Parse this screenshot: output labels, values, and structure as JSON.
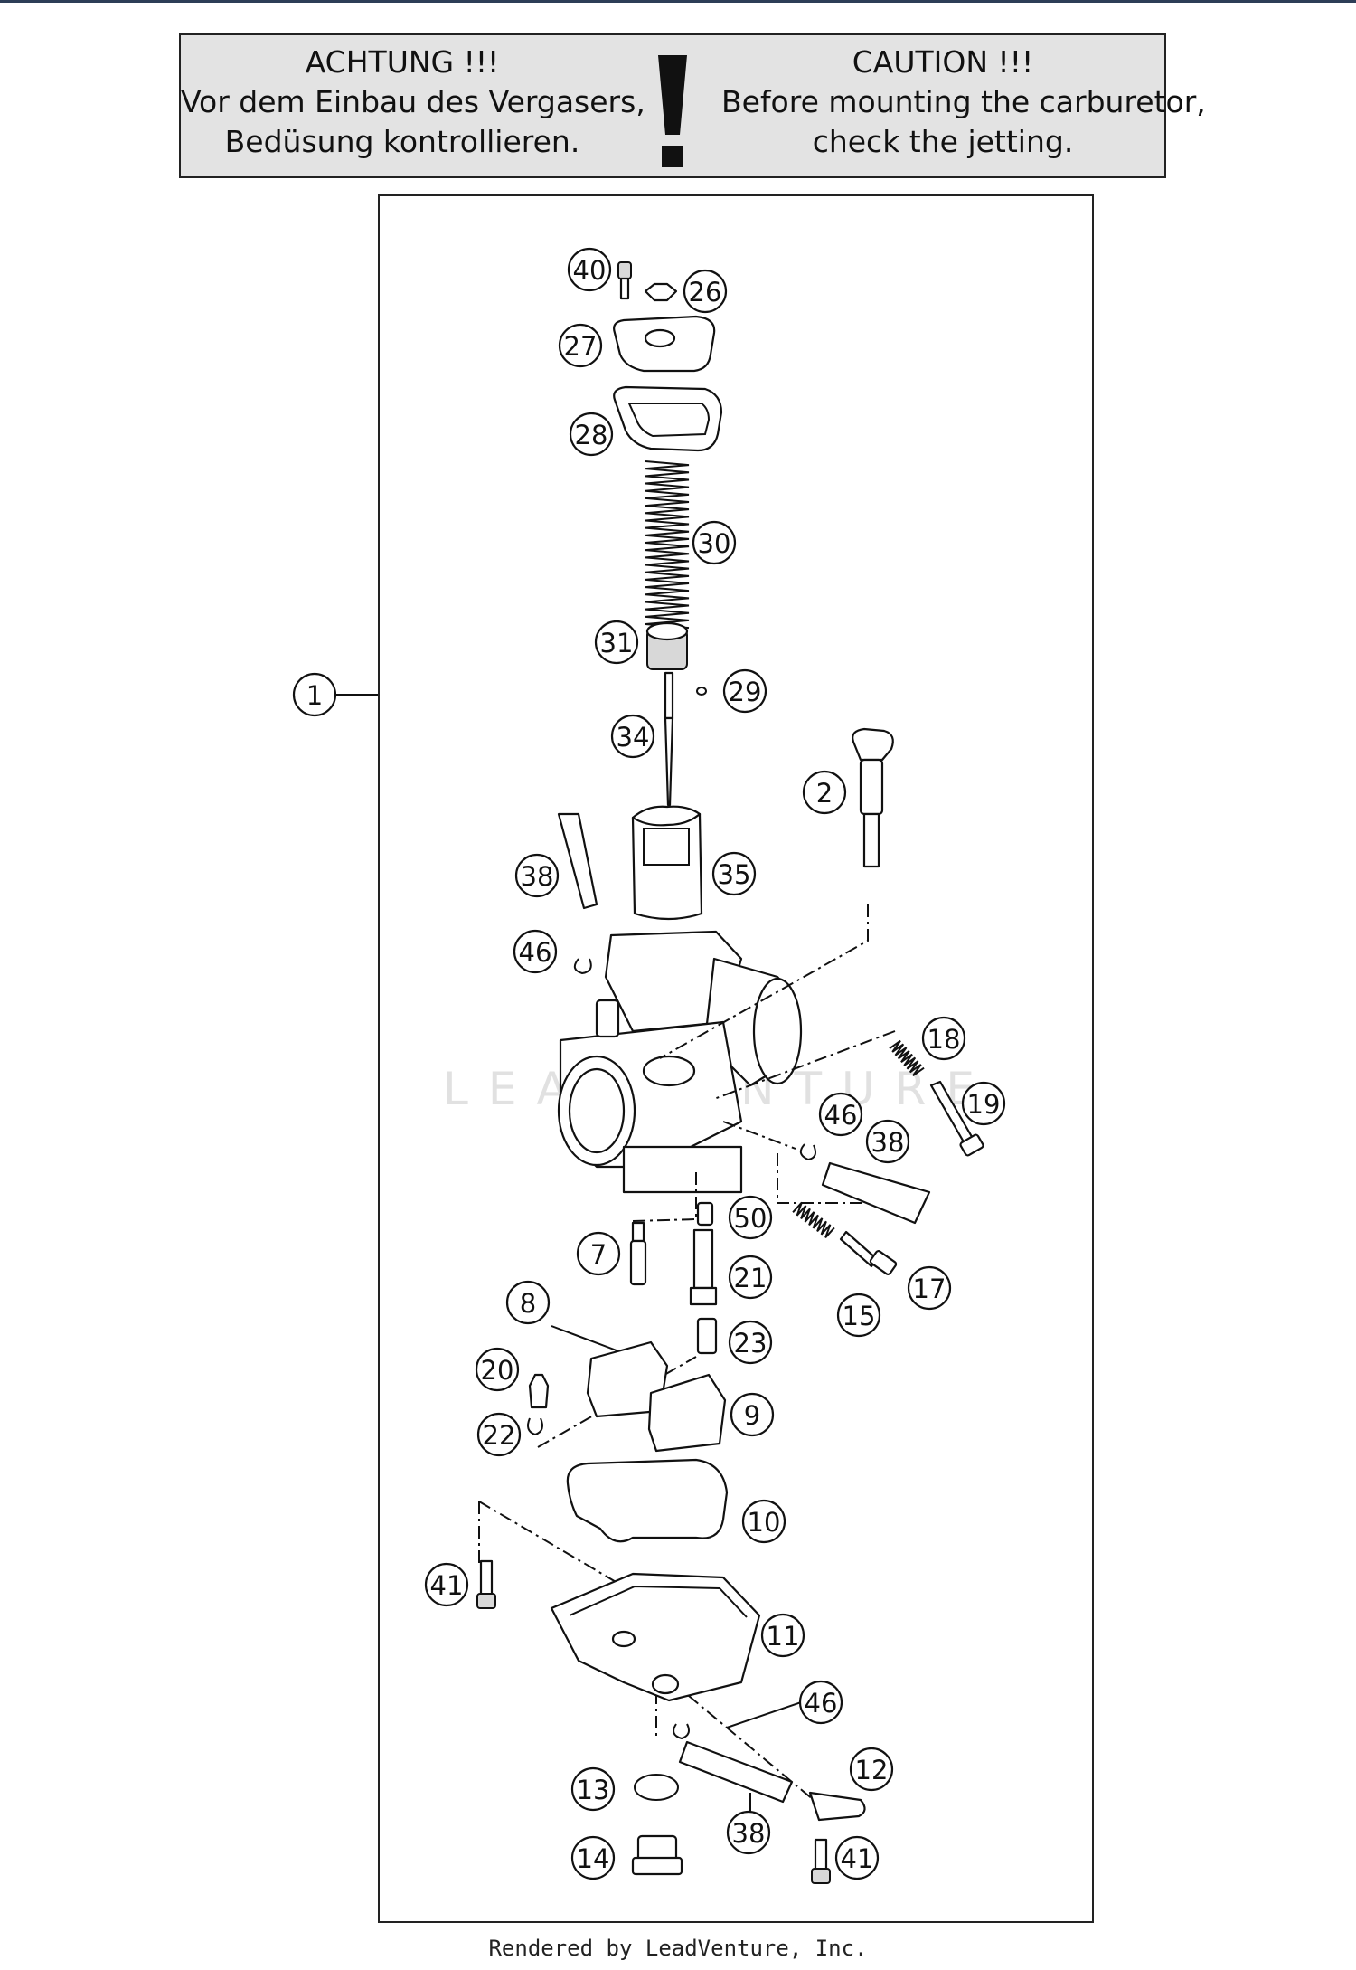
{
  "caution": {
    "de_title": "ACHTUNG !!!",
    "de_line1": "Vor dem Einbau des Vergasers,",
    "de_line2": "Bedüsung kontrollieren.",
    "en_title": "CAUTION !!!",
    "en_line1": "Before mounting the carburetor,",
    "en_line2": "check the jetting."
  },
  "watermark": "LEADVENTURE",
  "footer": "Rendered by LeadVenture, Inc.",
  "callouts": [
    "1",
    "2",
    "7",
    "8",
    "9",
    "10",
    "11",
    "12",
    "13",
    "14",
    "15",
    "17",
    "18",
    "19",
    "20",
    "21",
    "22",
    "23",
    "26",
    "27",
    "28",
    "29",
    "30",
    "31",
    "34",
    "35",
    "38",
    "38",
    "38",
    "40",
    "41",
    "41",
    "46",
    "46",
    "46",
    "50"
  ]
}
